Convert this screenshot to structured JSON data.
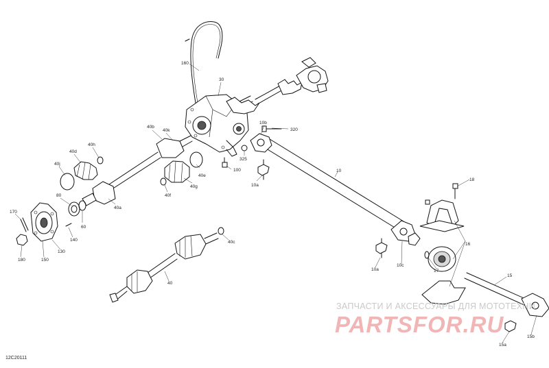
{
  "diagram_code": "12C20111",
  "watermark": {
    "tagline": "ЗАПЧАСТИ И АКСЕССУАРЫ ДЛЯ МОТОТЕХНИ",
    "logo": "PARTSFOR.RU",
    "color": "#e67878"
  },
  "callouts": {
    "c160": "160",
    "c30": "30",
    "c320": "320",
    "c10b": "10b",
    "c40b": "40b",
    "c40k": "40k",
    "c40d": "40d",
    "c40h": "40h",
    "c40j": "40j",
    "c325": "325",
    "c100": "100",
    "c10a_top": "10a",
    "c10": "10",
    "c40e": "40e",
    "c40g": "40g",
    "c40f": "40f",
    "c80": "80",
    "c40a": "40a",
    "c170": "170",
    "c60": "60",
    "c140": "140",
    "c130": "130",
    "c150": "150",
    "c180": "180",
    "c40c": "40c",
    "c40": "40",
    "c18": "18",
    "c10c": "10c",
    "c10a_bottom": "10a",
    "c17": "17",
    "c16": "16",
    "c15": "15",
    "c15b": "15b",
    "c15a": "15a"
  }
}
